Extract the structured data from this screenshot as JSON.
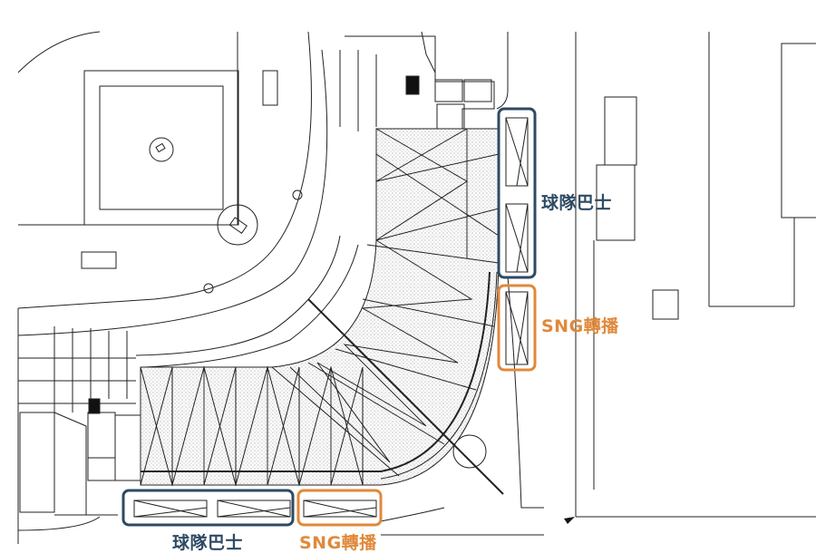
{
  "colors": {
    "team_bus": "#2d4a63",
    "sng": "#e0893a",
    "line": "#222222"
  },
  "labels": {
    "team_bus_right": "球隊巴士",
    "sng_right": "SNG轉播",
    "team_bus_bottom": "球隊巴士",
    "sng_bottom": "SNG轉播"
  }
}
